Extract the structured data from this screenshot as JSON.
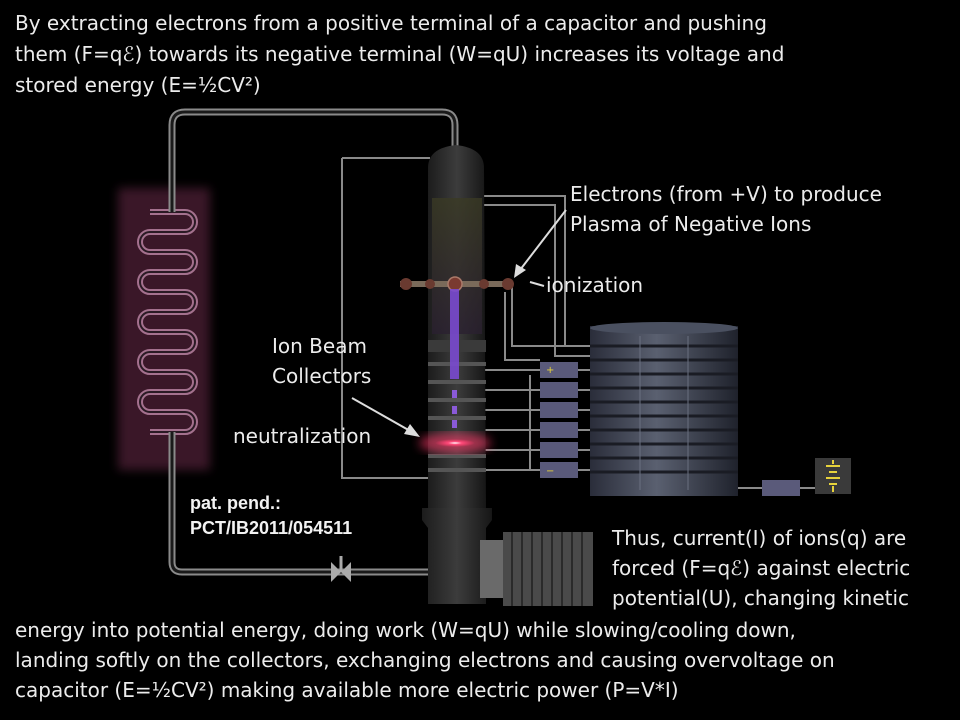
{
  "intro_text": [
    "By extracting electrons from a positive terminal of a capacitor and pushing",
    "them (F=qℰ) towards its negative terminal (W=qU) increases its voltage and",
    "stored energy (E=½CV²)"
  ],
  "labels": {
    "electrons": [
      "Electrons (from +V) to produce",
      "Plasma of Negative Ions"
    ],
    "ionization": "ionization",
    "collectors": [
      "Ion Beam",
      "Collectors"
    ],
    "neutralization": "neutralization",
    "patent": [
      "pat. pend.:",
      "PCT/IB2011/054511"
    ]
  },
  "right_text": [
    "Thus, current(I) of ions(q) are",
    "forced (F=qℰ) against electric",
    "potential(U), changing kinetic"
  ],
  "bottom_text": [
    "energy into potential energy, doing work (W=qU) while slowing/cooling down,",
    "landing softly on the collectors, exchanging electrons and causing overvoltage on",
    "capacitor (E=½CV²) making available more electric power (P=V*I)"
  ],
  "capacitor_signs": {
    "plus": "+",
    "minus": "−"
  },
  "colors": {
    "background": "#000000",
    "text": "#ececec",
    "heater_glow": "#c05080",
    "beam": "#8a5ad8",
    "neutralization_glow": "#ff3a6a",
    "pipe": "#8a8a8a",
    "battery_yellow": "#e6d23c"
  }
}
